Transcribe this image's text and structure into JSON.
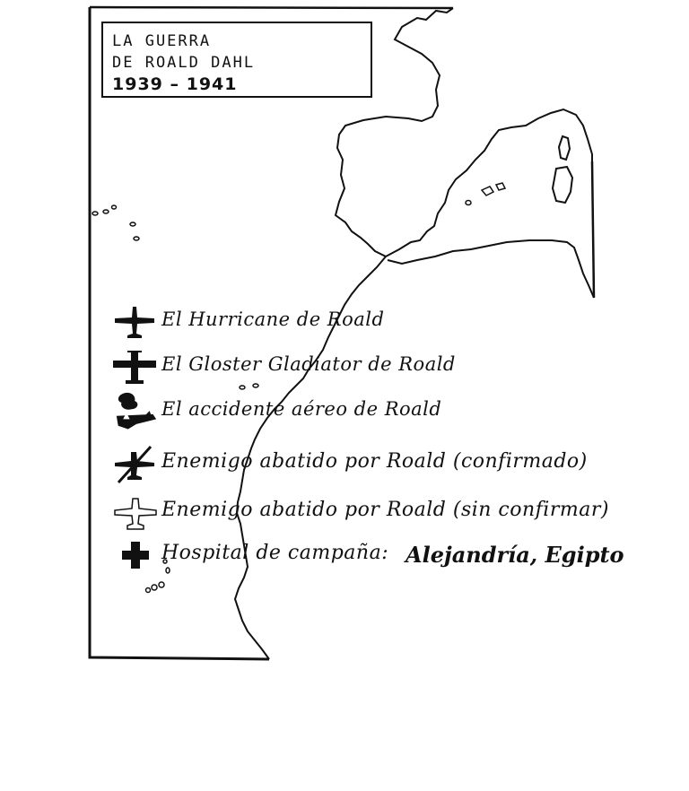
{
  "map": {
    "title_line1": "LA GUERRA",
    "title_line2": "DE ROALD DAHL",
    "title_years": "1939 – 1941"
  },
  "legend": {
    "items": [
      {
        "label": "El Hurricane de Roald",
        "icon": "hurricane-plane-icon"
      },
      {
        "label": "El Gloster Gladiator de Roald",
        "icon": "gladiator-biplane-icon"
      },
      {
        "label": "El accidente aéreo de Roald",
        "icon": "plane-crash-icon"
      },
      {
        "label": "Enemigo abatido por Roald (confirmado)",
        "icon": "enemy-shot-down-confirmed-icon"
      },
      {
        "label": "Enemigo abatido por Roald (sin confirmar)",
        "icon": "enemy-shot-down-unconfirmed-icon"
      },
      {
        "label": "Hospital de campaña:",
        "place": "Alejandría, Egipto",
        "icon": "field-hospital-cross-icon"
      }
    ]
  },
  "colors": {
    "ink": "#111111",
    "paper": "#ffffff"
  }
}
